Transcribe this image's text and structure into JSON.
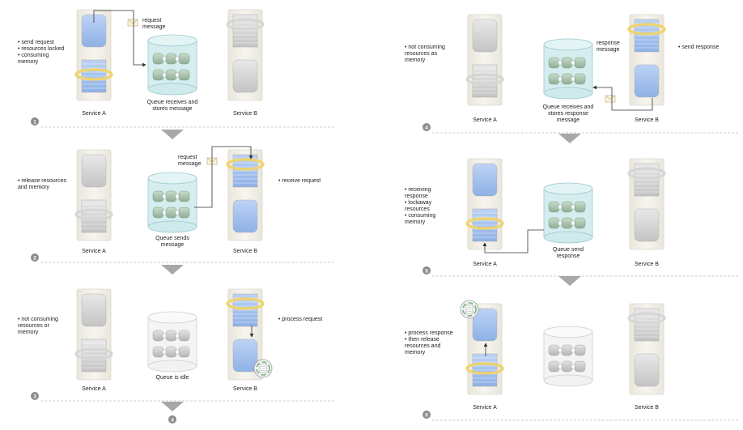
{
  "steps": [
    {
      "number": "1",
      "notes": [
        "• send request",
        "• resources locked",
        "• consuming",
        "  memory"
      ],
      "service_a_label": "Service A",
      "service_b_label": "Service B",
      "queue_label": [
        "Queue receives and",
        "stores message"
      ],
      "message_label": [
        "request",
        "message"
      ]
    },
    {
      "number": "2",
      "notes": [
        "• release resources",
        "  and memory"
      ],
      "notes_right": [
        "• receive request"
      ],
      "service_a_label": "Service A",
      "service_b_label": "Service B",
      "queue_label": [
        "Queue sends",
        "message"
      ],
      "message_label": [
        "request",
        "message"
      ]
    },
    {
      "number": "3",
      "notes": [
        "• not consuming",
        "  resources or",
        "  memory"
      ],
      "notes_right": [
        "• process request"
      ],
      "service_a_label": "Service A",
      "service_b_label": "Service B",
      "queue_label": [
        "Queue is idle"
      ],
      "next_ref": "4"
    },
    {
      "number": "4",
      "notes": [
        "• not consuming",
        "  resources as",
        "  memory"
      ],
      "notes_right": [
        "• send response"
      ],
      "service_a_label": "Service A",
      "service_b_label": "Service B",
      "queue_label": [
        "Queue receives and",
        "stores response",
        "message"
      ],
      "message_label": [
        "response",
        "message"
      ]
    },
    {
      "number": "5",
      "notes": [
        "• receiving",
        "  response",
        "• lockaway",
        "  resources",
        "• consuming",
        "  memory"
      ],
      "service_a_label": "Service A",
      "service_b_label": "Service B",
      "queue_label": [
        "Queue send",
        "response"
      ]
    },
    {
      "number": "6",
      "notes": [
        "• process response",
        "• then release",
        "  resources and",
        "  memory"
      ],
      "service_a_label": "Service A",
      "service_b_label": "Service B"
    }
  ],
  "colors": {
    "panel": "#f3f1ea",
    "active_block": "#a9c4ee",
    "inactive_block": "#cfcfcf",
    "gold_ring": "#f0d36b",
    "queue_active": "#bfe3e6",
    "cylinder": "#9fbfa5",
    "arrow": "#9a9a9a",
    "step_badge": "#8c8c8c"
  }
}
